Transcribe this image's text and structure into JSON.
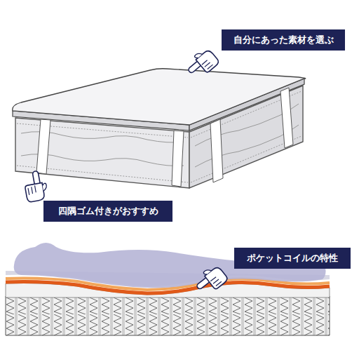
{
  "diagram": {
    "nodes": [
      {
        "text": [
          "自分にあった素材を選ぶ"
        ]
      },
      {
        "text": [
          "四隅ゴム付きがおすすめ"
        ]
      },
      {
        "text": [
          "ポケットコイルの特性"
        ]
      }
    ]
  }
}
